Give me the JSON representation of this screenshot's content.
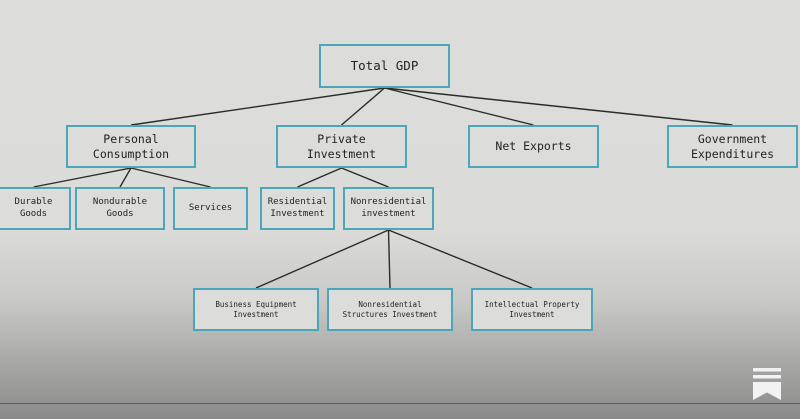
{
  "diagram": {
    "nodes": {
      "total_gdp": "Total GDP",
      "personal_consumption": "Personal\nConsumption",
      "private_investment": "Private\nInvestment",
      "net_exports": "Net Exports",
      "government_expenditures": "Government\nExpenditures",
      "durable_goods": "Durable\nGoods",
      "nondurable_goods": "Nondurable\nGoods",
      "services": "Services",
      "residential_investment": "Residential\nInvestment",
      "nonresidential_investment": "Nonresidential\ninvestment",
      "business_equipment_investment": "Business Equipment\nInvestment",
      "nonresidential_structures_investment": "Nonresidential\nStructures Investment",
      "intellectual_property_investment": "Intellectual Property\nInvestment"
    },
    "edges": [
      [
        "total_gdp",
        "personal_consumption"
      ],
      [
        "total_gdp",
        "private_investment"
      ],
      [
        "total_gdp",
        "net_exports"
      ],
      [
        "total_gdp",
        "government_expenditures"
      ],
      [
        "personal_consumption",
        "durable_goods"
      ],
      [
        "personal_consumption",
        "nondurable_goods"
      ],
      [
        "personal_consumption",
        "services"
      ],
      [
        "private_investment",
        "residential_investment"
      ],
      [
        "private_investment",
        "nonresidential_investment"
      ],
      [
        "nonresidential_investment",
        "business_equipment_investment"
      ],
      [
        "nonresidential_investment",
        "nonresidential_structures_investment"
      ],
      [
        "nonresidential_investment",
        "intellectual_property_investment"
      ]
    ],
    "colors": {
      "node_border": "#4aa6b8",
      "edge": "#2b2b2b",
      "text": "#222222"
    }
  },
  "branding": {
    "logo_icon": "bookmark-stack-icon"
  }
}
